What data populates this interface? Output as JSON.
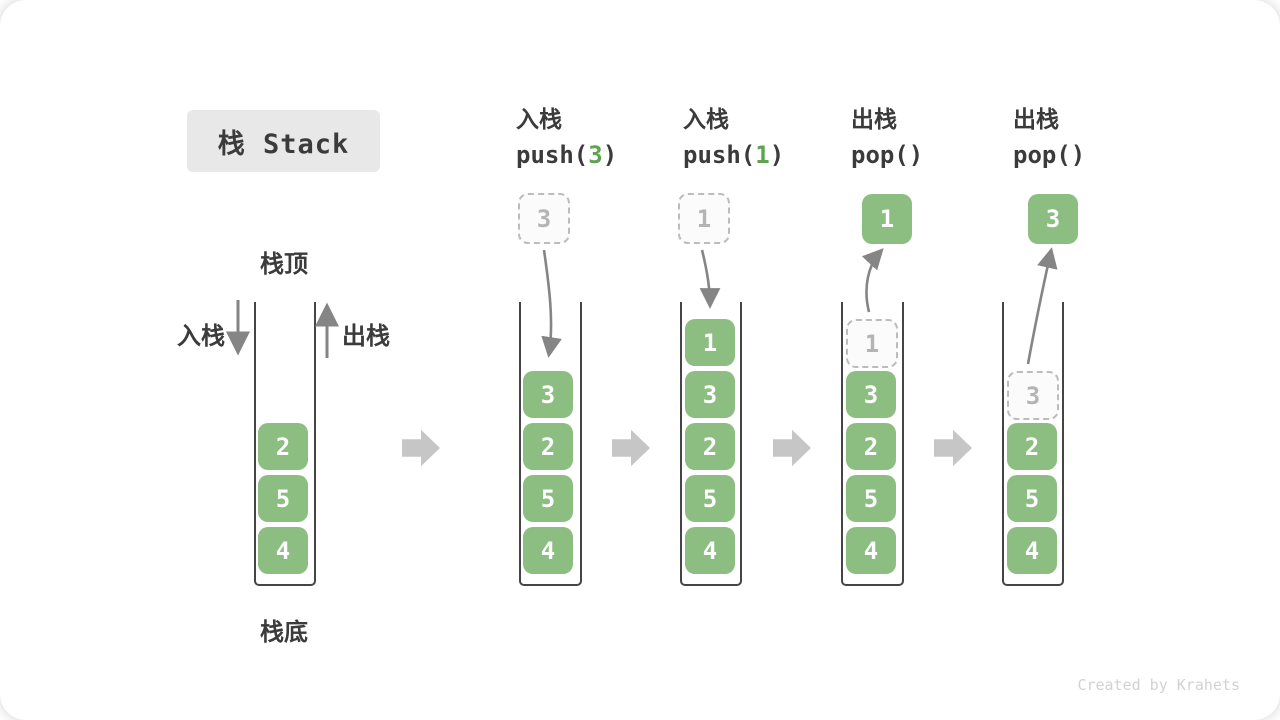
{
  "title": "栈 Stack",
  "watermark": "Created by Krahets",
  "stack_labels": {
    "top": "栈顶",
    "bottom": "栈底",
    "push_side": "入栈",
    "pop_side": "出栈"
  },
  "operations": [
    {
      "label": "入栈",
      "code_fn": "push(",
      "code_arg": "3",
      "code_close": ")"
    },
    {
      "label": "入栈",
      "code_fn": "push(",
      "code_arg": "1",
      "code_close": ")"
    },
    {
      "label": "出栈",
      "code_fn": "pop(",
      "code_arg": "",
      "code_close": ")"
    },
    {
      "label": "出栈",
      "code_fn": "pop(",
      "code_arg": "",
      "code_close": ")"
    }
  ],
  "stacks": [
    {
      "cells": [
        "2",
        "5",
        "4"
      ]
    },
    {
      "float_value": "3",
      "cells": [
        "3",
        "2",
        "5",
        "4"
      ]
    },
    {
      "float_value": "1",
      "cells": [
        "1",
        "3",
        "2",
        "5",
        "4"
      ]
    },
    {
      "float_value": "1",
      "ghost": "1",
      "cells": [
        "3",
        "2",
        "5",
        "4"
      ]
    },
    {
      "float_value": "3",
      "ghost": "3",
      "cells": [
        "2",
        "5",
        "4"
      ]
    }
  ],
  "colors": {
    "cell_green": "#8cbe82",
    "code_arg_green": "#5ea34f",
    "step_arrow_gray": "#c6c6c6",
    "flow_arrow_gray": "#858585",
    "title_box_bg": "#e8e8e8"
  }
}
